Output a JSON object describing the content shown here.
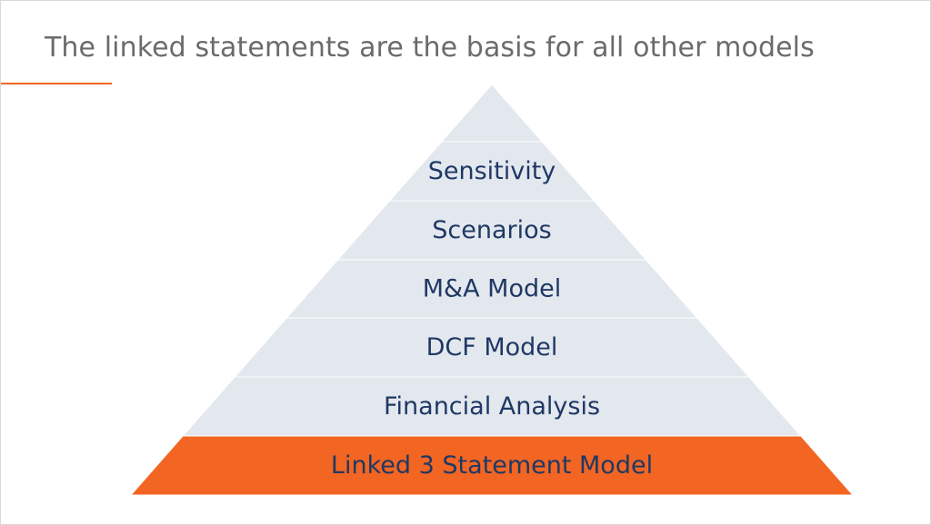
{
  "slide": {
    "title": "The linked statements are the basis for all other models"
  },
  "pyramid": {
    "layers_top_to_bottom": [
      {
        "label": "",
        "highlighted": false
      },
      {
        "label": "Sensitivity",
        "highlighted": false
      },
      {
        "label": "Scenarios",
        "highlighted": false
      },
      {
        "label": "M&A Model",
        "highlighted": false
      },
      {
        "label": "DCF Model",
        "highlighted": false
      },
      {
        "label": "Financial Analysis",
        "highlighted": false
      },
      {
        "label": "Linked 3 Statement Model",
        "highlighted": true
      }
    ]
  },
  "colors": {
    "accent": "#f26522",
    "layer_fill": "#e3e8ef",
    "layer_divider": "#ffffff",
    "label_text": "#1f3864",
    "title_text": "#6b6b6b"
  }
}
